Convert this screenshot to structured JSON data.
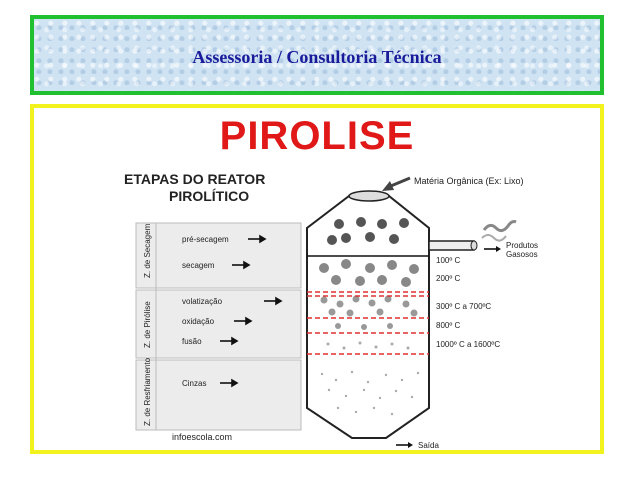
{
  "header": {
    "title": "Assessoria / Consultoria Técnica"
  },
  "main": {
    "title": "PIROLISE"
  },
  "diagram": {
    "heading_line1": "ETAPAS DO REATOR",
    "heading_line2": "PIROLÍTICO",
    "input_label": "Matéria Orgânica (Ex: Lixo)",
    "zones": [
      {
        "label": "Z. de Secagem",
        "stages": [
          "pré-secagem",
          "secagem"
        ]
      },
      {
        "label": "Z. de Pirólise",
        "stages": [
          "volatização",
          "oxidação",
          "fusão"
        ]
      },
      {
        "label": "Z. de Resfriamento",
        "stages": [
          "Cinzas"
        ]
      }
    ],
    "temperatures": [
      "100º C",
      "200º C",
      "300º C a 700ºC",
      "800º C",
      "1000º C a 1600ºC"
    ],
    "gas_output_line1": "Produtos",
    "gas_output_line2": "Gasosos",
    "exit_label": "Saída",
    "watermark": "infoescola.com"
  }
}
